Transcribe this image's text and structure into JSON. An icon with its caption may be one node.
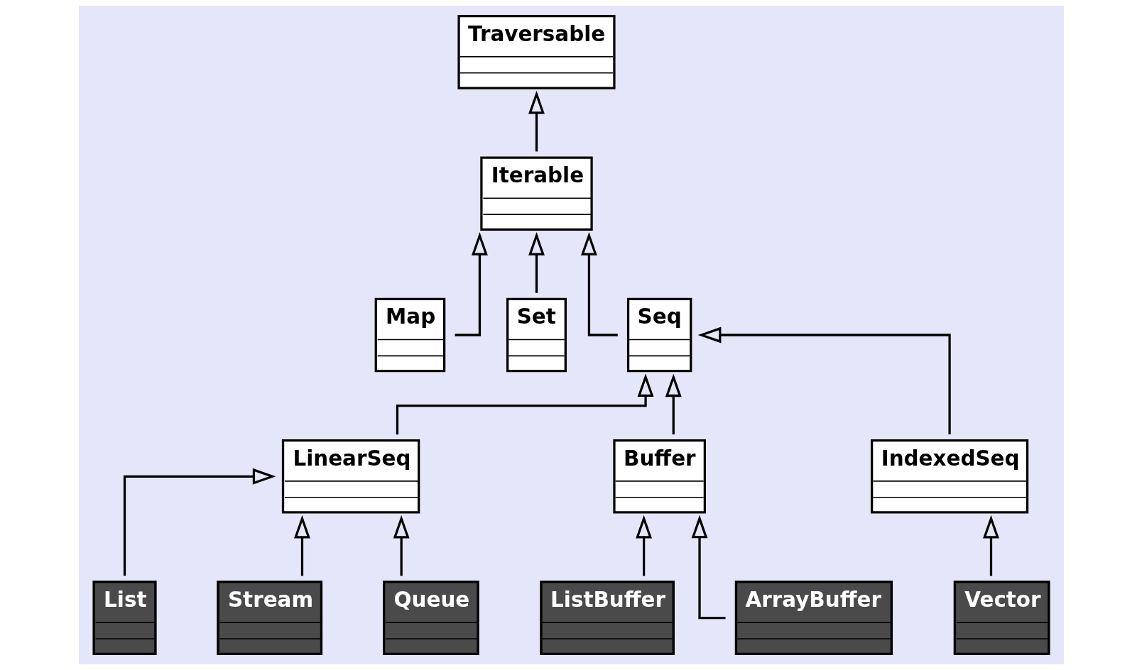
{
  "diagram": {
    "nodes": [
      {
        "text": [
          "Traversable"
        ]
      },
      {
        "text": [
          "Iterable"
        ]
      },
      {
        "text": [
          "Map"
        ]
      },
      {
        "text": [
          "Set"
        ]
      },
      {
        "text": [
          "Seq"
        ]
      },
      {
        "text": [
          "LinearSeq"
        ]
      },
      {
        "text": [
          "Buffer"
        ]
      },
      {
        "text": [
          "IndexedSeq"
        ]
      },
      {
        "text": [
          "List"
        ]
      },
      {
        "text": [
          "Stream"
        ]
      },
      {
        "text": [
          "Queue"
        ]
      },
      {
        "text": [
          "ListBuffer"
        ]
      },
      {
        "text": [
          "ArrayBuffer"
        ]
      },
      {
        "text": [
          "Vector"
        ]
      }
    ],
    "edges": [
      {
        "from": 1,
        "to": 0,
        "arrow": "to"
      },
      {
        "from": 2,
        "to": 1,
        "arrow": "to"
      },
      {
        "from": 3,
        "to": 1,
        "arrow": "to"
      },
      {
        "from": 4,
        "to": 1,
        "arrow": "to"
      },
      {
        "from": 5,
        "to": 4,
        "arrow": "to"
      },
      {
        "from": 6,
        "to": 4,
        "arrow": "to"
      },
      {
        "from": 7,
        "to": 4,
        "arrow": "to"
      },
      {
        "from": 8,
        "to": 5,
        "arrow": "to"
      },
      {
        "from": 9,
        "to": 5,
        "arrow": "to"
      },
      {
        "from": 10,
        "to": 5,
        "arrow": "to"
      },
      {
        "from": 11,
        "to": 6,
        "arrow": "to"
      },
      {
        "from": 12,
        "to": 6,
        "arrow": "to"
      },
      {
        "from": 13,
        "to": 7,
        "arrow": "to"
      }
    ]
  }
}
